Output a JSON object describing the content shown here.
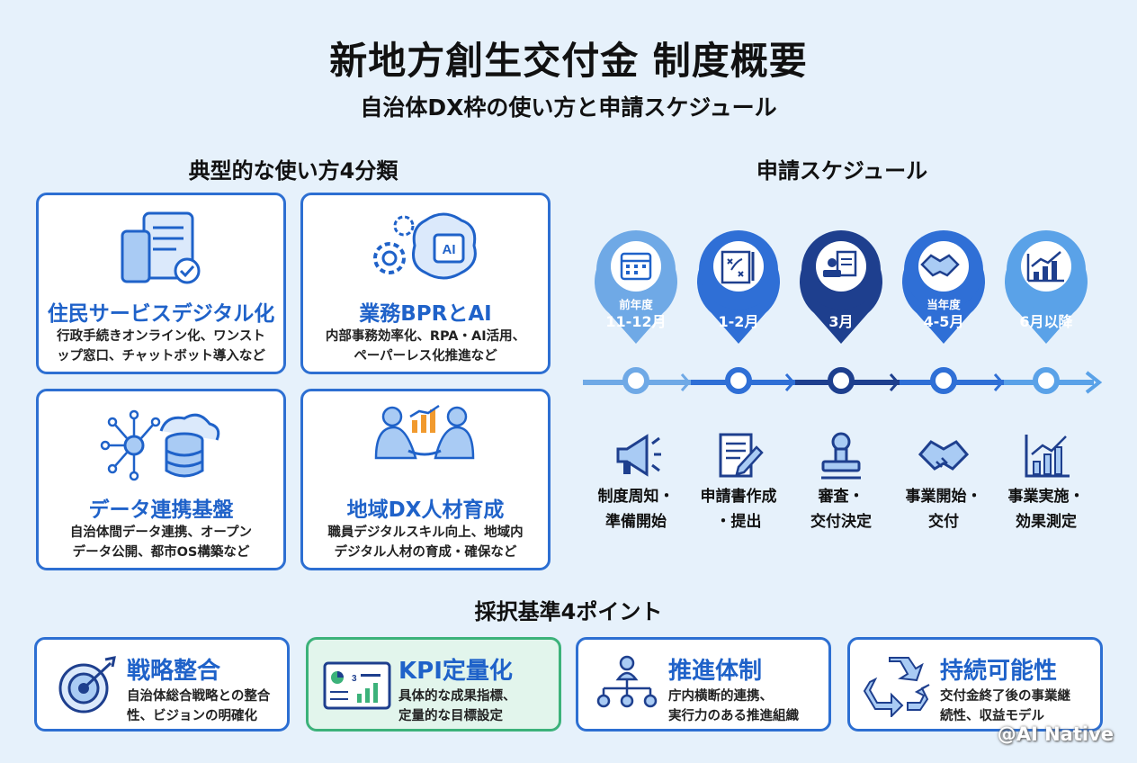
{
  "title": "新地方創生交付金 制度概要",
  "subtitle": "自治体DX枠の使い方と申請スケジュール",
  "usage_section": {
    "heading": "典型的な使い方4分類",
    "cards": [
      {
        "title": "住民サービスデジタル化",
        "desc": "行政手続きオンライン化、ワンスト\nップ窓口、チャットボット導入など",
        "icon": "smartphone-document-icon"
      },
      {
        "title": "業務BPRとAI",
        "desc": "内部事務効率化、RPA・AI活用、\nペーパーレス化推進など",
        "icon": "gear-brain-ai-icon"
      },
      {
        "title": "データ連携基盤",
        "desc": "自治体間データ連携、オープン\nデータ公開、都市OS構築など",
        "icon": "cloud-database-icon"
      },
      {
        "title": "地域DX人材育成",
        "desc": "職員デジタルスキル向上、地域内\nデジタル人材の育成・確保など",
        "icon": "handshake-growth-icon"
      }
    ]
  },
  "schedule_section": {
    "heading": "申請スケジュール",
    "steps": [
      {
        "period_small": "前年度",
        "period": "11-12月",
        "label": "制度周知・\n準備開始",
        "color": "#6fa9e6",
        "pin_icon": "calendar-icon",
        "step_icon": "megaphone-icon"
      },
      {
        "period_small": "",
        "period": "1-2月",
        "label": "申請書作成\n・提出",
        "color": "#2f6fd6",
        "pin_icon": "strategy-clipboard-icon",
        "step_icon": "document-pen-icon"
      },
      {
        "period_small": "",
        "period": "3月",
        "label": "審査・\n交付決定",
        "color": "#1e3f8e",
        "pin_icon": "approval-stamp-icon",
        "step_icon": "stamp-icon"
      },
      {
        "period_small": "当年度",
        "period": "4-5月",
        "label": "事業開始・\n交付",
        "color": "#2f6fd6",
        "pin_icon": "handshake-icon",
        "step_icon": "handshake-icon"
      },
      {
        "period_small": "",
        "period": "6月以降",
        "label": "事業実施・\n効果測定",
        "color": "#5aa2e8",
        "pin_icon": "growth-chart-icon",
        "step_icon": "bar-chart-icon"
      }
    ]
  },
  "criteria_section": {
    "heading": "採択基準4ポイント",
    "items": [
      {
        "title": "戦略整合",
        "desc": "自治体総合戦略との整合\n性、ビジョンの明確化",
        "icon": "target-icon"
      },
      {
        "title": "KPI定量化",
        "desc": "具体的な成果指標、\n定量的な目標設定",
        "icon": "kpi-dashboard-icon"
      },
      {
        "title": "推進体制",
        "desc": "庁内横断的連携、\n実行力のある推進組織",
        "icon": "org-chart-icon"
      },
      {
        "title": "持続可能性",
        "desc": "交付金終了後の事業継\n続性、収益モデル",
        "icon": "recycle-icon"
      }
    ]
  },
  "watermark": "@AI Native"
}
